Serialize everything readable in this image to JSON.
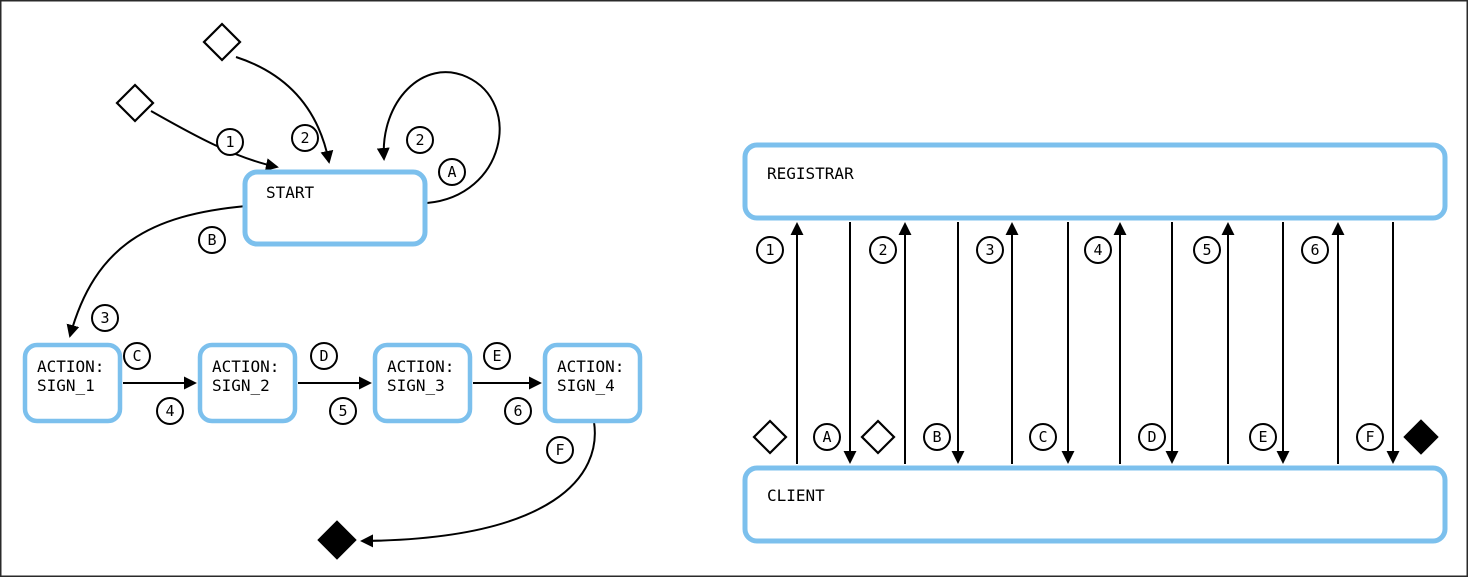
{
  "colors": {
    "node_border": "#7cc0ed",
    "line": "#000000",
    "background": "#ffffff"
  },
  "state_diagram": {
    "start_node_label": "START",
    "action_nodes": [
      {
        "line1": "ACTION:",
        "line2": "SIGN_1"
      },
      {
        "line1": "ACTION:",
        "line2": "SIGN_2"
      },
      {
        "line1": "ACTION:",
        "line2": "SIGN_3"
      },
      {
        "line1": "ACTION:",
        "line2": "SIGN_4"
      }
    ],
    "labels": {
      "in1_num": "1",
      "in2_num": "2",
      "loop_num": "2",
      "loop_letter": "A",
      "start_exit_letter": "B",
      "to_sign1_num": "3",
      "s1_to_s2_letter": "C",
      "s1_to_s2_num": "4",
      "s2_to_s3_letter": "D",
      "s2_to_s3_num": "5",
      "s3_to_s4_letter": "E",
      "s3_to_s4_num": "6",
      "to_end_letter": "F"
    }
  },
  "sequence_diagram": {
    "registrar_label": "REGISTRAR",
    "client_label": "CLIENT",
    "messages": [
      {
        "number": "1",
        "letter": "A",
        "has_start_marker": true
      },
      {
        "number": "2",
        "letter": "B",
        "has_start_marker": true
      },
      {
        "number": "3",
        "letter": "C",
        "has_start_marker": false
      },
      {
        "number": "4",
        "letter": "D",
        "has_start_marker": false
      },
      {
        "number": "5",
        "letter": "E",
        "has_start_marker": false
      },
      {
        "number": "6",
        "letter": "F",
        "has_start_marker": false
      }
    ]
  }
}
